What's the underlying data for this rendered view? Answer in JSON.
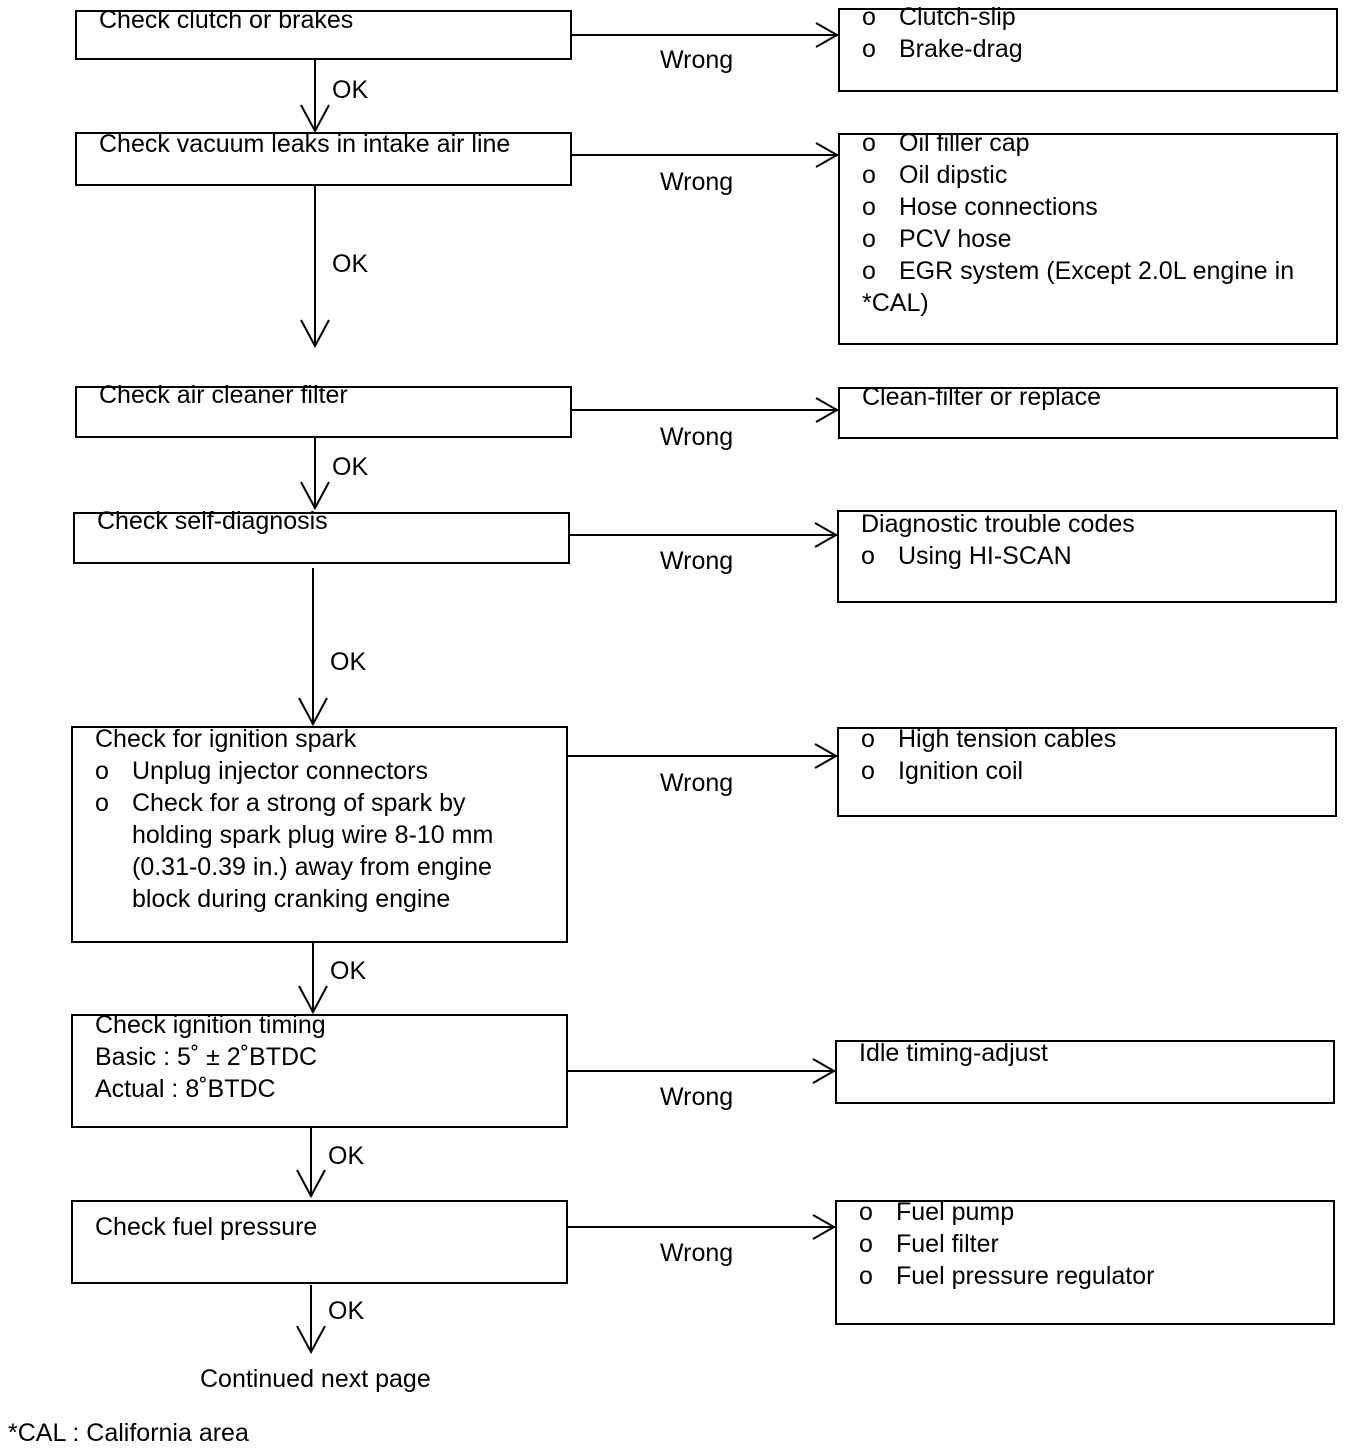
{
  "steps": [
    {
      "lines": [
        "Check clutch or brakes"
      ]
    },
    {
      "lines": [
        "Check vacuum leaks in intake air line"
      ]
    },
    {
      "lines": [
        "Check air cleaner filter"
      ]
    },
    {
      "lines": [
        "Check self-diagnosis"
      ]
    },
    {
      "lines": [
        "Check for ignition spark",
        "Unplug injector connectors",
        "Check for a strong of spark by",
        "holding spark plug wire 8-10 mm",
        "(0.31-0.39 in.) away from engine",
        "block during cranking engine"
      ]
    },
    {
      "lines": [
        "Check ignition timing",
        "Basic : 5˚ ± 2˚BTDC",
        "Actual : 8˚BTDC"
      ]
    },
    {
      "lines": [
        "Check fuel pressure"
      ]
    }
  ],
  "results": [
    {
      "lines": [
        "Clutch-slip",
        "Brake-drag"
      ]
    },
    {
      "lines": [
        "Oil filler cap",
        "Oil dipstic",
        "Hose connections",
        "PCV hose",
        "EGR system (Except 2.0L engine in",
        "*CAL)"
      ]
    },
    {
      "lines": [
        "Clean-filter or replace"
      ]
    },
    {
      "lines": [
        "Diagnostic trouble codes",
        "Using HI-SCAN"
      ]
    },
    {
      "lines": [
        "High tension cables",
        "Ignition coil"
      ]
    },
    {
      "lines": [
        "Idle timing-adjust"
      ]
    },
    {
      "lines": [
        "Fuel pump",
        "Fuel filter",
        "Fuel pressure regulator"
      ]
    }
  ],
  "bullet_symbol": "o",
  "ok_label": "OK",
  "wrong_label": "Wrong",
  "continued_text": "Continued next page",
  "footnote": "*CAL : California area"
}
